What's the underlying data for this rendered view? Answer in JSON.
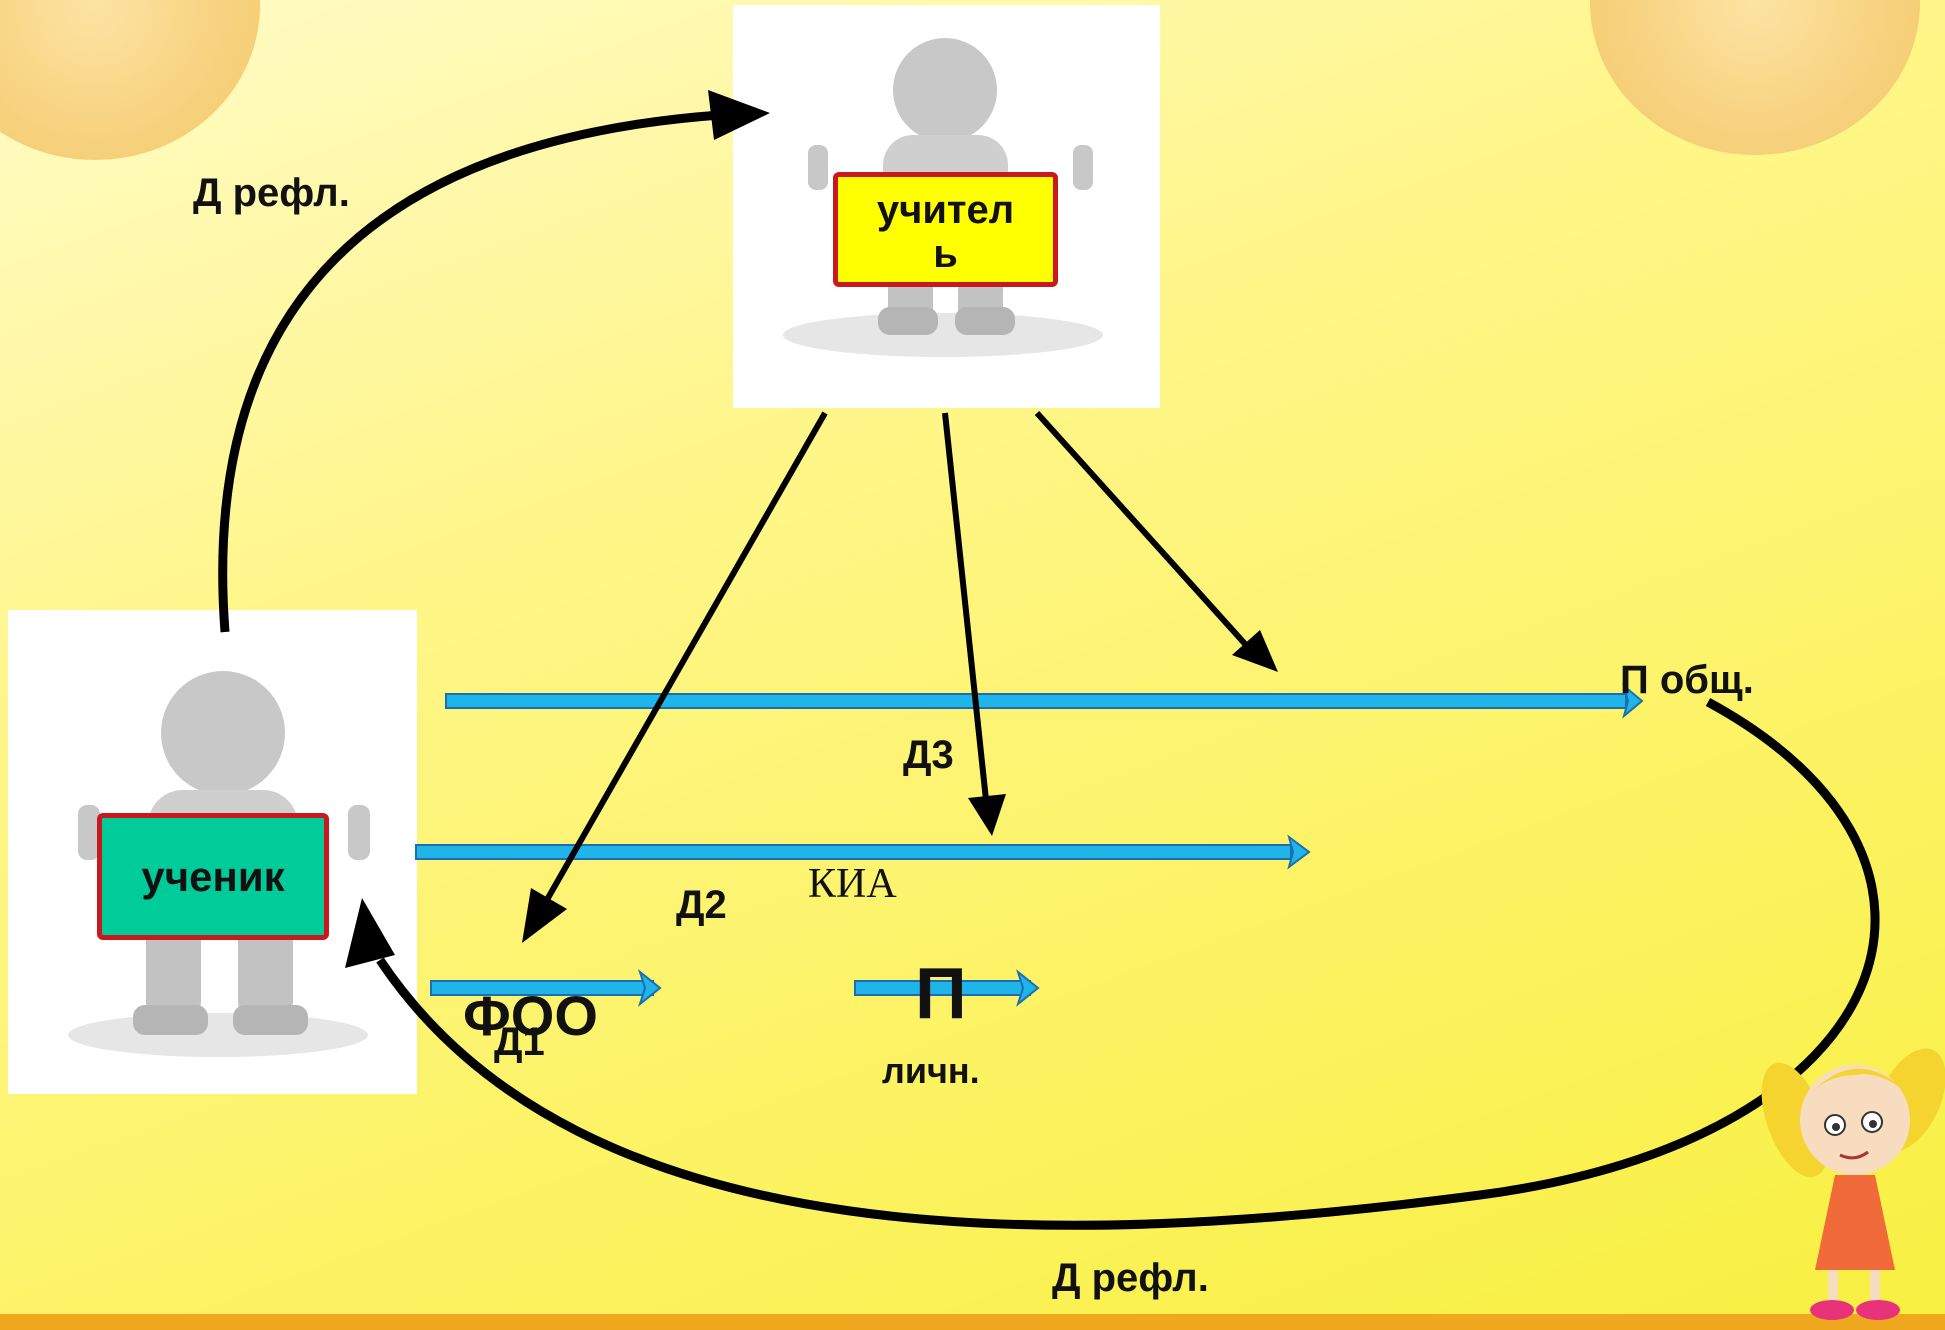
{
  "teacher": {
    "sign_line1": "учител",
    "sign_line2": "ь",
    "sign_color": "#ffff00"
  },
  "student": {
    "sign": "ученик",
    "sign_color": "#00cc99"
  },
  "labels": {
    "d_refl_top": "Д рефл.",
    "d_refl_bottom": "Д рефл.",
    "p_obsch": "П общ.",
    "d3": "Д3",
    "d2": "Д2",
    "kia": "КИА",
    "d1": "Д1",
    "foo": "ФОО",
    "p_big": "П",
    "lichn": "личн."
  },
  "colors": {
    "flow_arrow": "#1fb5e8",
    "feedback_arrow": "#000000",
    "sign_border": "#c9181e"
  }
}
